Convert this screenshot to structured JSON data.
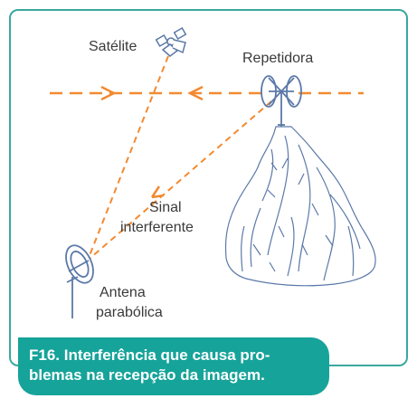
{
  "labels": {
    "satellite": "Satélite",
    "repeater": "Repetidora",
    "signal_line1": "Sinal",
    "signal_line2": "interferente",
    "antenna_line1": "Antena",
    "antenna_line2": "parabólica"
  },
  "caption": {
    "line1": "F16. Interferência que causa pro-",
    "line2": "blemas na recepção da imagem."
  },
  "colors": {
    "frame_border": "#3aa8a0",
    "caption_bg": "#16a39a",
    "signal_dash": "#f28a30",
    "drawing": "#5b79a8"
  },
  "icons": [
    "satellite-icon",
    "repeater-antenna-icon",
    "mountain-illustration",
    "parabolic-antenna-icon"
  ]
}
